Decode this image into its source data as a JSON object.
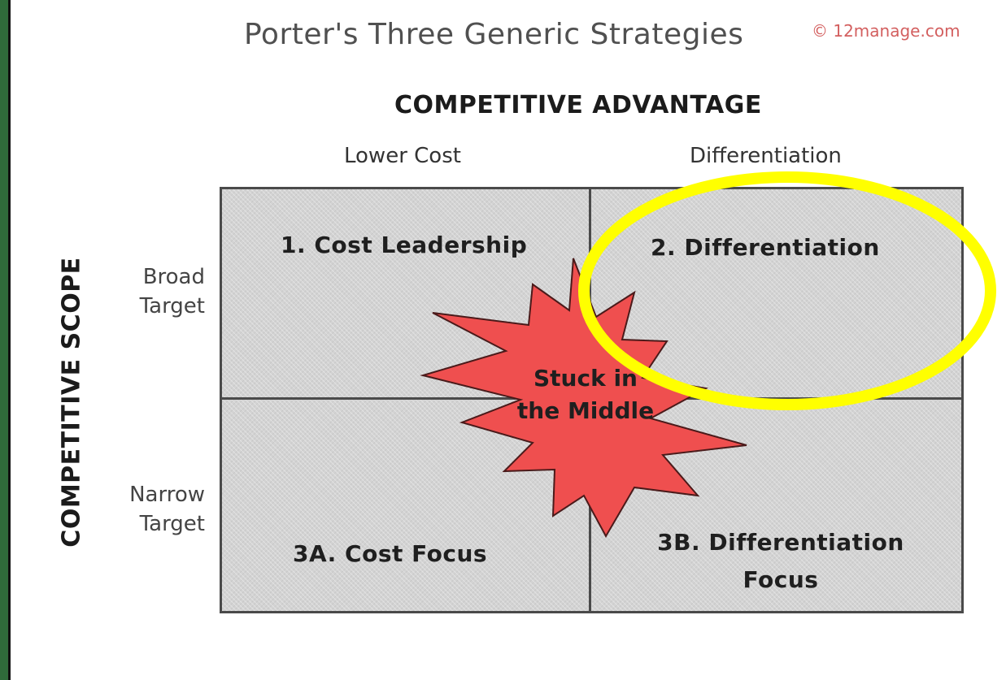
{
  "title": "Porter's Three Generic Strategies",
  "copyright": "© 12manage.com",
  "axes": {
    "horizontal_title": "COMPETITIVE ADVANTAGE",
    "vertical_title": "COMPETITIVE SCOPE",
    "columns": [
      "Lower Cost",
      "Differentiation"
    ],
    "rows": [
      {
        "line1": "Broad",
        "line2": "Target"
      },
      {
        "line1": "Narrow",
        "line2": "Target"
      }
    ]
  },
  "cells": {
    "cost_leadership": "1. Cost Leadership",
    "differentiation": "2. Differentiation",
    "cost_focus": "3A. Cost Focus",
    "differentiation_focus": {
      "line1": "3B. Differentiation",
      "line2": "Focus"
    }
  },
  "center_burst": {
    "line1": "Stuck in",
    "line2": "the Middle"
  },
  "colors": {
    "burst_fill": "#ef4f4f",
    "highlight_ring": "#ffff00",
    "grid_fill": "#d3d3d3"
  }
}
